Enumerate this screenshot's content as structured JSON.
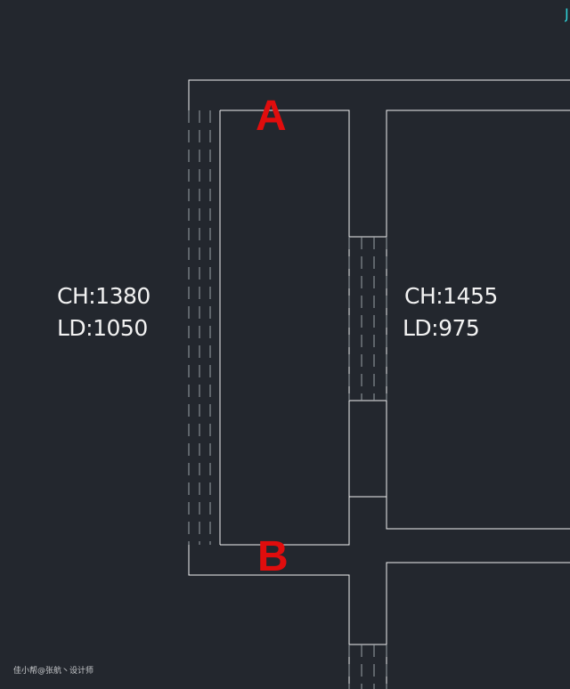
{
  "colors": {
    "background": "#23272e",
    "wall": "#f2f2f2",
    "marker": "#e00d0d",
    "dim_text": "#f2f2f2"
  },
  "left_room": {
    "ch_label": "CH:1380",
    "ld_label": "LD:1050"
  },
  "right_room": {
    "ch_label": "CH:1455",
    "ld_label": "LD:975"
  },
  "markers": {
    "a": "A",
    "b": "B"
  },
  "watermark": "佳小帮@张航丶设计师",
  "corner_mark": "J"
}
